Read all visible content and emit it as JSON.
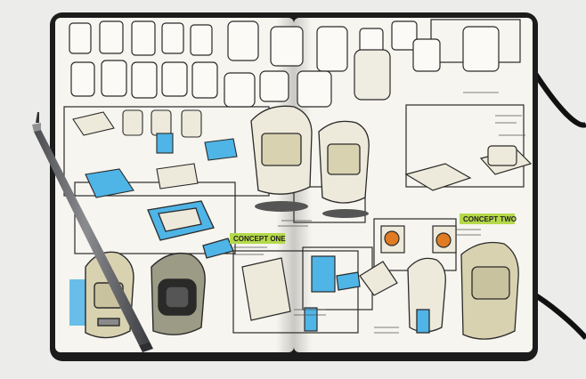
{
  "scene": {
    "subject": "Open sketchbook with backpack design sketches and a pen",
    "colors": {
      "background": "#ececea",
      "paper": "#f7f5ef",
      "cover": "#1c1c1c",
      "ink": "#2a2a2a",
      "accent_blue": "#4fb4e6",
      "accent_green": "#b5d94a",
      "khaki": "#d8d2b0",
      "pen_body": "#6d6f72"
    }
  },
  "labels": {
    "concept_one": "CONCEPT ONE",
    "concept_two": "CONCEPT TWO"
  }
}
